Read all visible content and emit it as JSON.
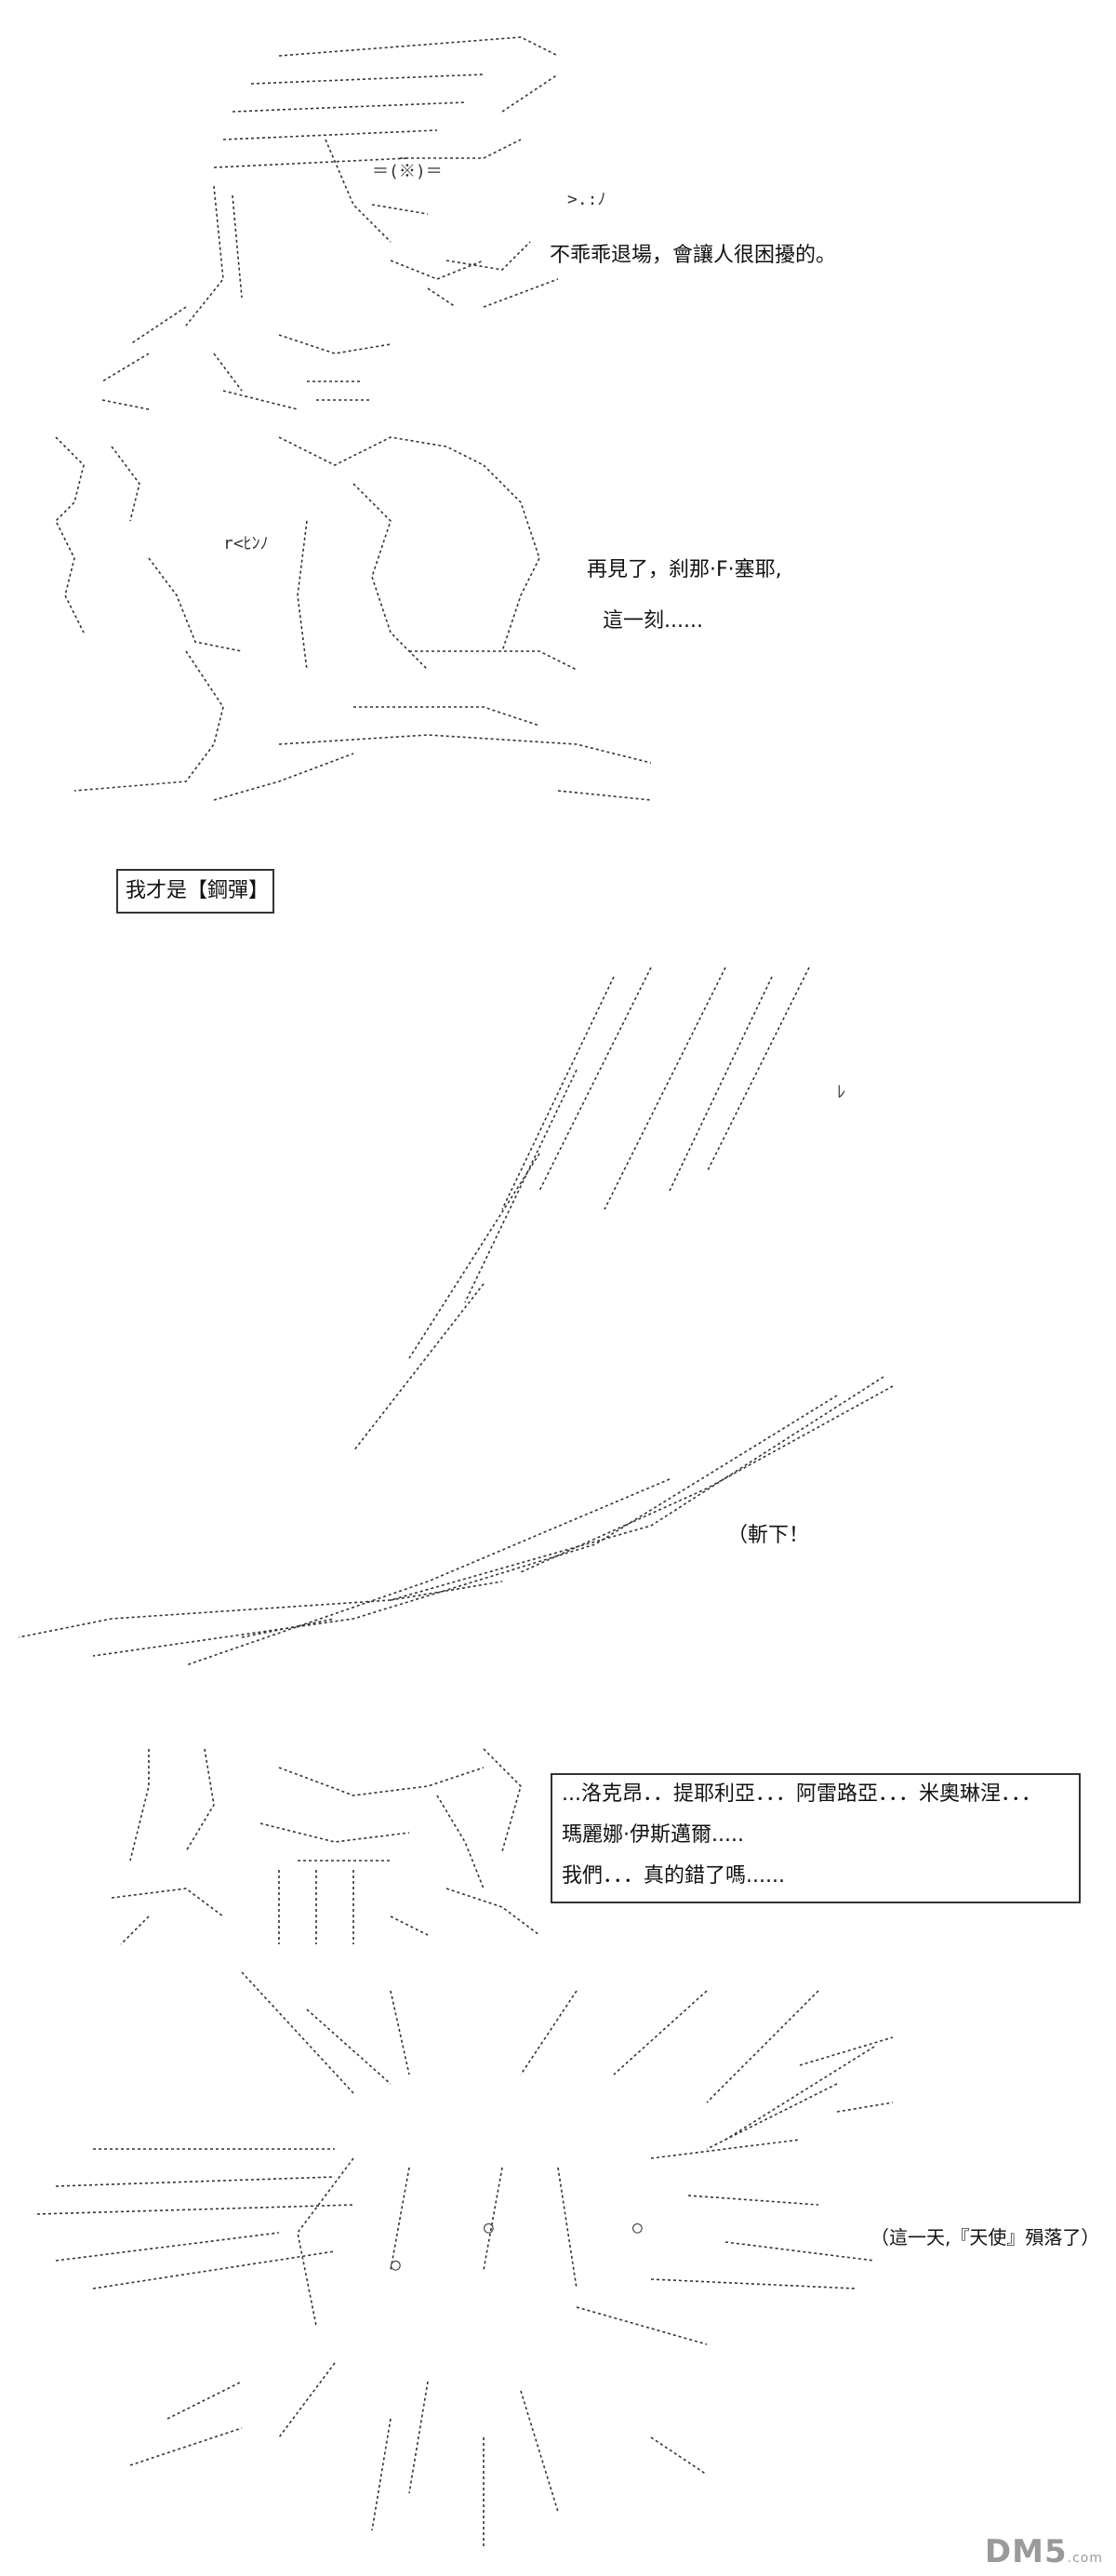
{
  "panels": {
    "p1": {
      "dialogue": "不乖乖退場，會讓人很困擾的。"
    },
    "p2": {
      "dialogue_1": "再見了，刹那·F·塞耶,",
      "dialogue_2": "這一刻......"
    },
    "p3": {
      "boxed_text": "我才是【鋼彈】"
    },
    "p4": {
      "sfx": "（斬下！"
    },
    "p5": {
      "box_line_1": "...洛克昂．．提耶利亞．．．阿雷路亞．．．米奧琳涅．．．",
      "box_line_2": "瑪麗娜·伊斯邁爾.....",
      "box_line_3": "我們．．．真的錯了嗎......"
    },
    "p6": {
      "caption": "（這一天,『天使』殞落了）"
    }
  },
  "watermark": {
    "text": "DM5",
    "suffix": ".com"
  },
  "colors": {
    "ink": "#111111",
    "watermark": "#9a9a9a",
    "paper": "#ffffff"
  }
}
